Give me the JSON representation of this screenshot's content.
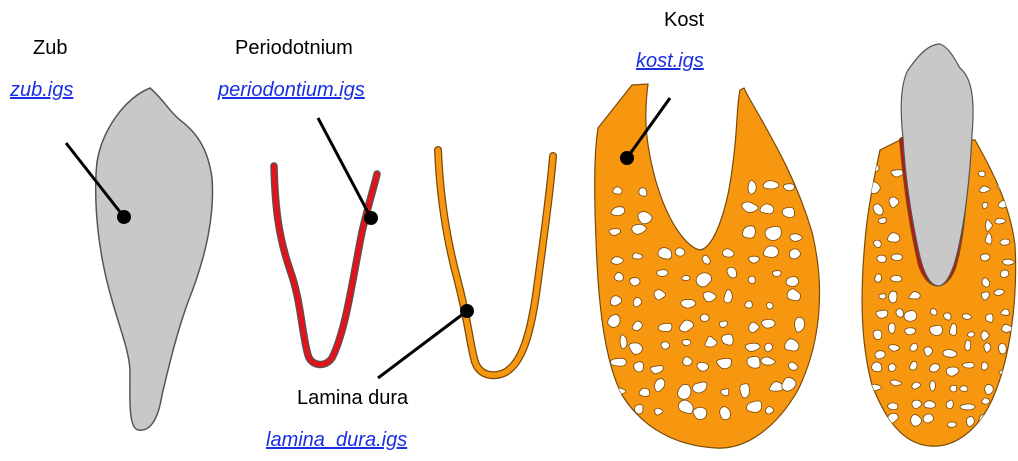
{
  "colors": {
    "tooth_fill": "#c8c8c8",
    "tooth_stroke": "#555555",
    "periodontium": "#e3121b",
    "bone": "#f7960f",
    "bone_stroke": "#7a4a08",
    "link": "#1a2fe0",
    "pointer": "#000000"
  },
  "labels": {
    "tooth": {
      "name": "Zub",
      "file": "zub.igs"
    },
    "periodontium": {
      "name": "Periodotnium",
      "file": "periodontium.igs"
    },
    "lamina_dura": {
      "name": "Lamina dura",
      "file": "lamina_dura.igs"
    },
    "bone": {
      "name": "Kost",
      "file": "kost.igs"
    }
  }
}
